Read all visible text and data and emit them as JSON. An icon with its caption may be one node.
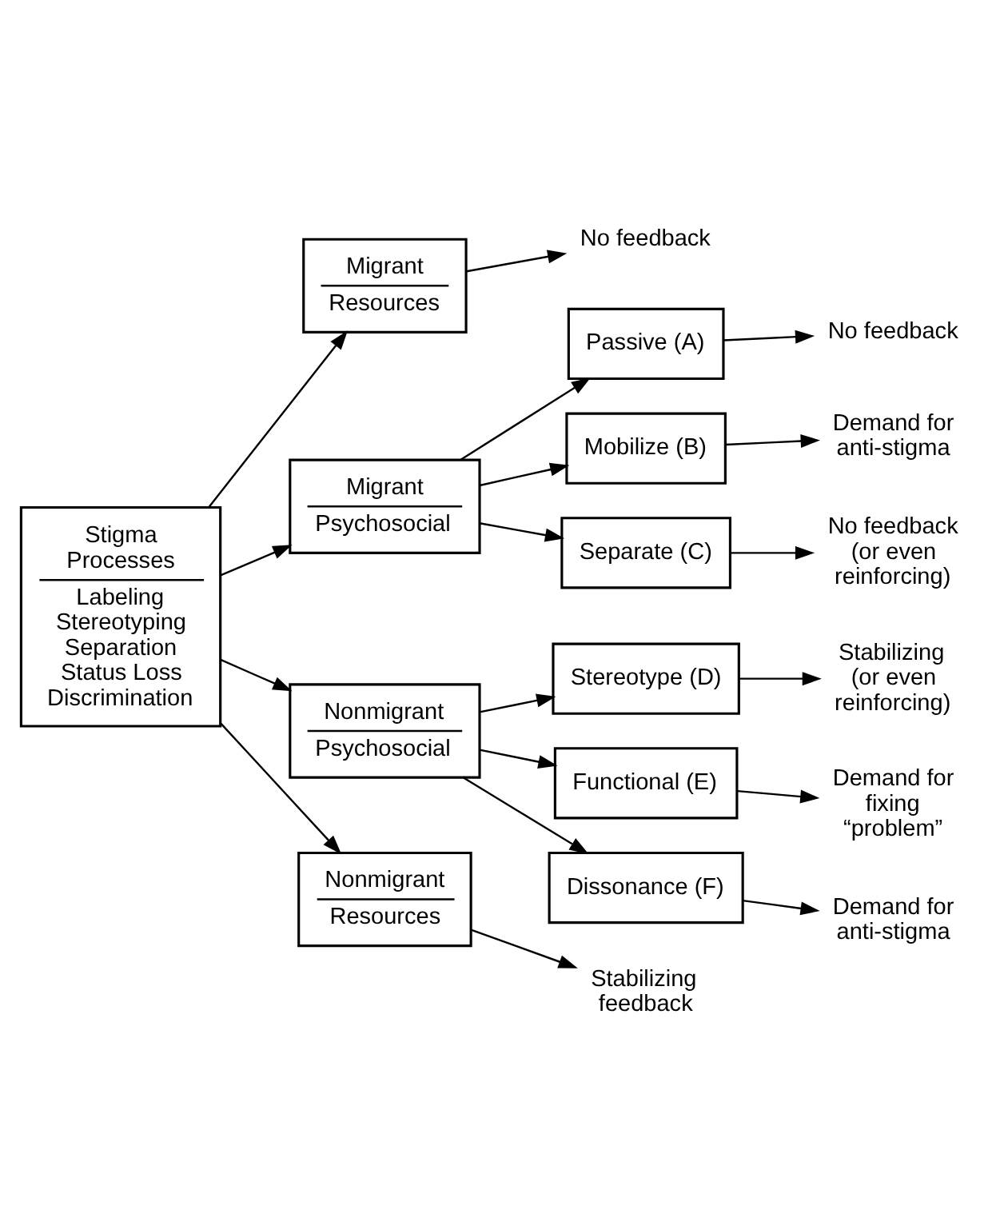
{
  "diagram": {
    "nodes": [
      {
        "text": [
          "Stigma Processes",
          "Labeling Stereotyping Separation Status Loss Discrimination"
        ]
      },
      {
        "text": [
          "Migrant",
          "Resources"
        ]
      },
      {
        "text": [
          "No feedback"
        ]
      },
      {
        "text": [
          "Migrant",
          "Psychosocial"
        ]
      },
      {
        "text": [
          "Passive (A)"
        ]
      },
      {
        "text": [
          "No feedback"
        ]
      },
      {
        "text": [
          "Mobilize (B)"
        ]
      },
      {
        "text": [
          "Demand for anti-stigma"
        ]
      },
      {
        "text": [
          "Separate (C)"
        ]
      },
      {
        "text": [
          "No feedback (or even reinforcing)"
        ]
      },
      {
        "text": [
          "Nonmigrant",
          "Psychosocial"
        ]
      },
      {
        "text": [
          "Stereotype (D)"
        ]
      },
      {
        "text": [
          "Stabilizing (or even reinforcing)"
        ]
      },
      {
        "text": [
          "Functional (E)"
        ]
      },
      {
        "text": [
          "Demand for fixing “problem”"
        ]
      },
      {
        "text": [
          "Dissonance (F)"
        ]
      },
      {
        "text": [
          "Demand for anti-stigma"
        ]
      },
      {
        "text": [
          "Nonmigrant",
          "Resources"
        ]
      },
      {
        "text": [
          "Stabilizing feedback"
        ]
      }
    ],
    "edges": [
      {
        "from": 0,
        "to": 1,
        "arrow": "to"
      },
      {
        "from": 0,
        "to": 3,
        "arrow": "to"
      },
      {
        "from": 0,
        "to": 10,
        "arrow": "to"
      },
      {
        "from": 0,
        "to": 17,
        "arrow": "to"
      },
      {
        "from": 1,
        "to": 2,
        "arrow": "to"
      },
      {
        "from": 3,
        "to": 4,
        "arrow": "to"
      },
      {
        "from": 3,
        "to": 6,
        "arrow": "to"
      },
      {
        "from": 3,
        "to": 8,
        "arrow": "to"
      },
      {
        "from": 4,
        "to": 5,
        "arrow": "to"
      },
      {
        "from": 6,
        "to": 7,
        "arrow": "to"
      },
      {
        "from": 8,
        "to": 9,
        "arrow": "to"
      },
      {
        "from": 10,
        "to": 11,
        "arrow": "to"
      },
      {
        "from": 10,
        "to": 13,
        "arrow": "to"
      },
      {
        "from": 10,
        "to": 15,
        "arrow": "to"
      },
      {
        "from": 11,
        "to": 12,
        "arrow": "to"
      },
      {
        "from": 13,
        "to": 14,
        "arrow": "to"
      },
      {
        "from": 15,
        "to": 16,
        "arrow": "to"
      },
      {
        "from": 17,
        "to": 18,
        "arrow": "to"
      }
    ]
  }
}
